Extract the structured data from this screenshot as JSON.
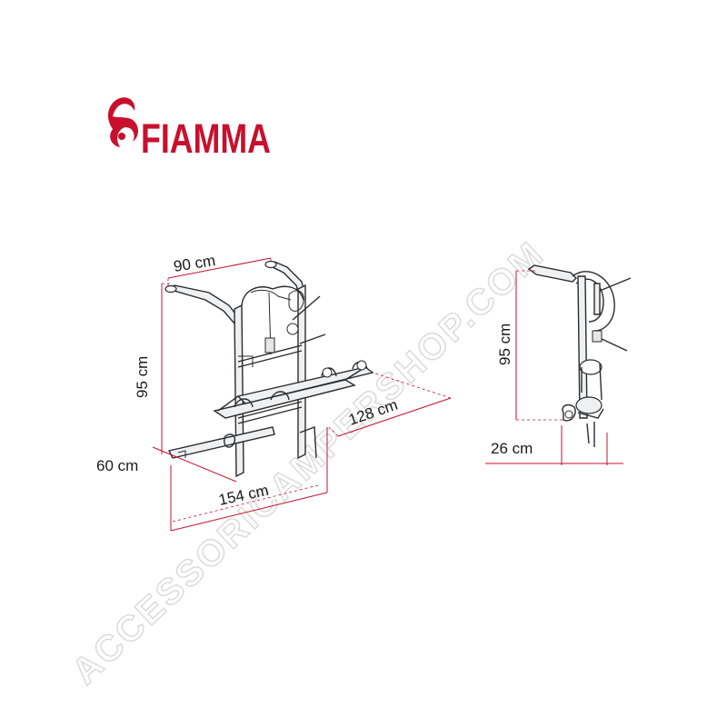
{
  "brand": {
    "name": "FIAMMA",
    "color": "#c8102e"
  },
  "watermark": "ACCESSORICAMPERSHOP.COM",
  "dimensions": {
    "width_top": "90 cm",
    "height_left": "95 cm",
    "depth_left": "60 cm",
    "bottom_width": "154 cm",
    "rail_length": "128 cm",
    "side_height": "95 cm",
    "side_depth": "26 cm"
  },
  "colors": {
    "dimension_lines": "#c8102e",
    "drawing": "#2b2b2b",
    "watermark": "#d9d9d9"
  }
}
